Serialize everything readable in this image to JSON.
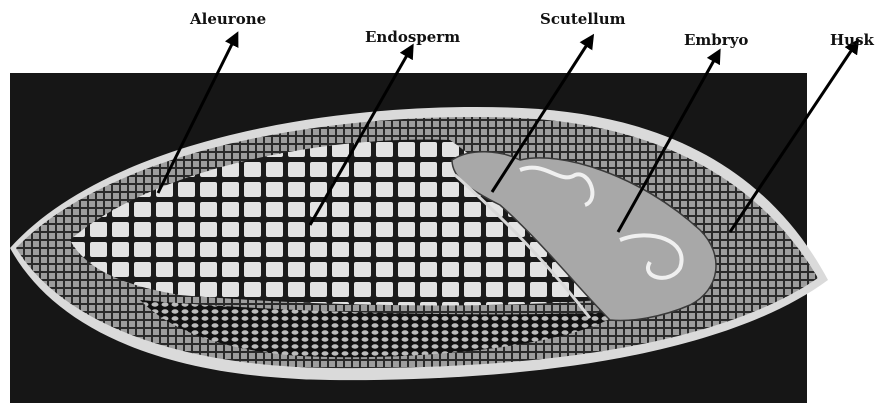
{
  "labels": {
    "aleurone": "Aleurone",
    "endosperm": "Endosperm",
    "scutellum": "Scutellum",
    "embryo": "Embryo",
    "husk": "Husk"
  },
  "colors": {
    "background": "#161616",
    "husk": "#d9d9d9",
    "aleurone": "#9a9a9a",
    "endosperm_cell": "#e6e6e6",
    "embryo": "#a8a8a8",
    "arrow": "#000000"
  }
}
